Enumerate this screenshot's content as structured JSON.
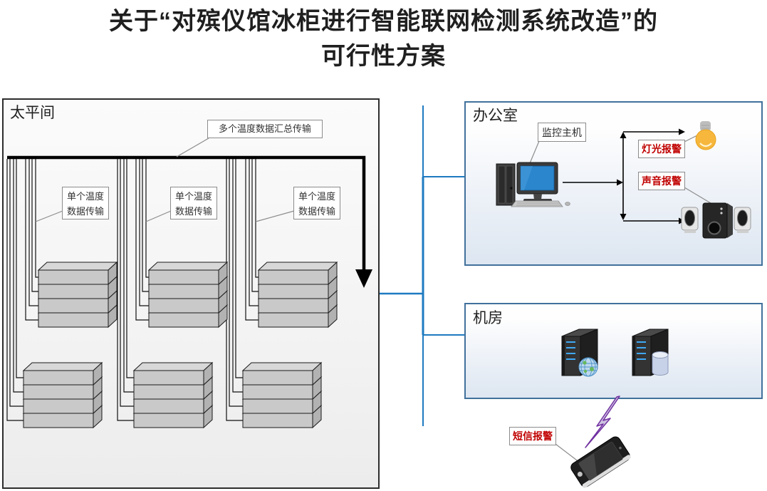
{
  "title": {
    "line1": "关于“对殡仪馆冰柜进行智能联网检测系统改造”的",
    "line2": "可行性方案"
  },
  "morgue": {
    "label": "太平间",
    "bus_callout": "多个温度数据汇总传输",
    "single_callouts": [
      {
        "line1": "单个温度",
        "line2": "数据传输"
      },
      {
        "line1": "单个温度",
        "line2": "数据传输"
      },
      {
        "line1": "单个温度",
        "line2": "数据传输"
      }
    ],
    "freezer_stacks": 6,
    "freezers_per_stack": 4
  },
  "office": {
    "label": "办公室",
    "monitor_host_callout": "监控主机",
    "light_alarm_callout": "灯光报警",
    "sound_alarm_callout": "声音报警"
  },
  "machine_room": {
    "label": "机房"
  },
  "sms_alarm_callout": "短信报警",
  "icons": {
    "monitor_host": "desktop-computer-icon",
    "light_alarm": "light-bulb-icon",
    "sound_alarm": "speakers-icon",
    "web_server": "globe-server-icon",
    "database_server": "database-server-icon",
    "sms_phone": "smartphone-icon",
    "sms_link": "lightning-bolt-icon"
  },
  "colors": {
    "alarm_red": "#c00000",
    "connector_blue": "#1e7ac0",
    "panel_border_blue": "#41719c",
    "bulb_yellow": "#f6b73c",
    "lightning_purple": "#7030a0",
    "freezer_gray": "#c9c9c9",
    "line_black": "#000000"
  }
}
